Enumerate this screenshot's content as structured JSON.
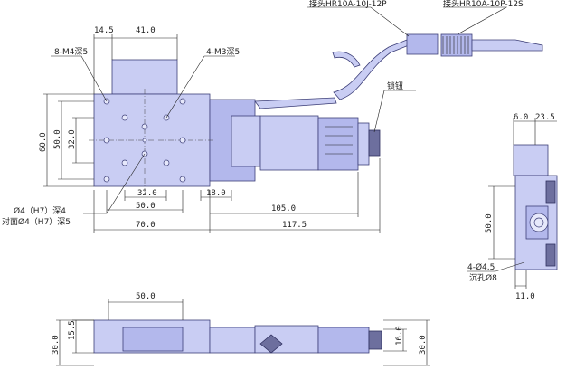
{
  "labels": {
    "connector_1": "接头HR10A-10J-12P",
    "connector_2": "接头HR10A-10P-12S",
    "lock_knob": "锁钮",
    "tap_m4": "8-M4深5",
    "tap_m3": "4-M3深5",
    "pin_hole_1": "Ø4（H7）深4",
    "pin_hole_2": "对面Ø4（H7）深5",
    "side_holes_1": "4-Ø4.5",
    "side_holes_2": "沉孔Ø8"
  },
  "dims_top": {
    "d_14_5": "14.5",
    "d_41": "41.0",
    "d_60": "60.0",
    "d_50v": "50.0",
    "d_32v": "32.0",
    "d_32h": "32.0",
    "d_50h": "50.0",
    "d_18": "18.0",
    "d_70": "70.0",
    "d_105": "105.0",
    "d_117_5": "117.5"
  },
  "dims_right": {
    "d_6": "6.0",
    "d_23_5": "23.5",
    "d_50": "50.0",
    "d_11": "11.0"
  },
  "dims_bottom": {
    "d_50": "50.0",
    "d_15_5": "15.5",
    "d_30_left": "30.0",
    "d_16": "16.0",
    "d_30_right": "30.0"
  }
}
